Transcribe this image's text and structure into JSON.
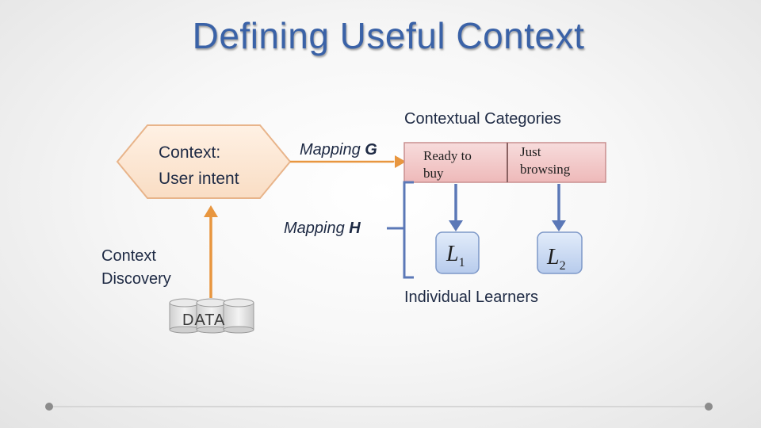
{
  "slide": {
    "title": "Defining Useful Context"
  },
  "diagram": {
    "context_node": {
      "line1": "Context:",
      "line2": "User intent"
    },
    "mapping_g": {
      "label": "Mapping ",
      "letter": "G"
    },
    "mapping_h": {
      "label": "Mapping ",
      "letter": "H"
    },
    "contextual_categories": "Contextual Categories",
    "category_1": {
      "line1": "Ready to",
      "line2": "buy"
    },
    "category_2": {
      "line1": "Just",
      "line2": "browsing"
    },
    "learner_1": {
      "symbol": "L",
      "subscript": "1"
    },
    "learner_2": {
      "symbol": "L",
      "subscript": "2"
    },
    "individual_learners": "Individual Learners",
    "context_discovery": {
      "line1": "Context",
      "line2": "Discovery"
    },
    "data_label": "DATA"
  },
  "colors": {
    "title": "#3a62a7",
    "orange_accent": "#e8a060",
    "arrow_blue": "#5b78b7",
    "category_fill": "#f3c9c9",
    "learner_fill": "#c9d9f2",
    "text_dark": "#1e2a44"
  }
}
